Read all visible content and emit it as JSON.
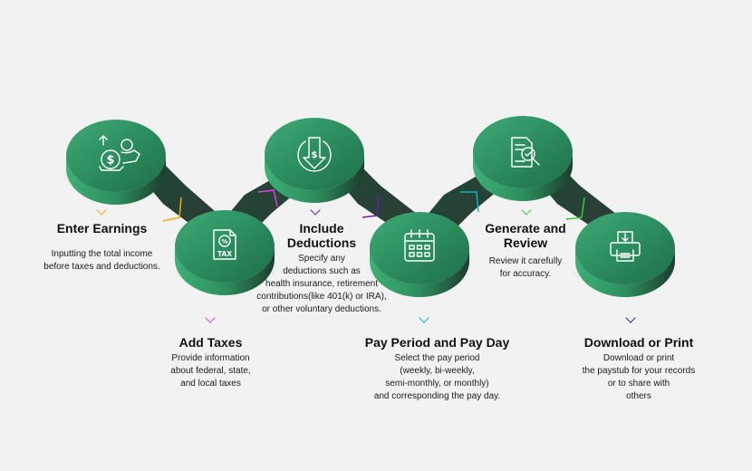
{
  "steps": [
    {
      "title_lines": [
        "Enter Earnings"
      ],
      "desc_lines": [
        "Inputting the total income",
        "before taxes and deductions."
      ],
      "icon": "money-hand-icon",
      "accent": "#f2a900"
    },
    {
      "title_lines": [
        "Add Taxes"
      ],
      "desc_lines": [
        "Provide information",
        "about federal, state,",
        "and local taxes"
      ],
      "icon": "tax-document-icon",
      "icon_text": "TAX",
      "accent": "#e040e0"
    },
    {
      "title_lines": [
        "Include",
        "Deductions"
      ],
      "desc_lines": [
        "Specify any",
        "deductions such as",
        "health insurance, retirement",
        "contributions(like 401(k) or IRA),",
        "or other voluntary deductions."
      ],
      "icon": "deduction-arrow-icon",
      "accent": "#6a1b9a"
    },
    {
      "title_lines": [
        "Pay Period and Pay Day"
      ],
      "desc_lines": [
        "Select the pay period",
        "(weekly, bi-weekly,",
        "semi-monthly, or monthly)",
        "and corresponding the pay day."
      ],
      "icon": "calendar-icon",
      "accent": "#00b8c8"
    },
    {
      "title_lines": [
        "Generate and",
        "Review"
      ],
      "desc_lines": [
        "Review it carefully",
        "for accuracy."
      ],
      "icon": "document-search-icon",
      "accent": "#33cc33"
    },
    {
      "title_lines": [
        "Download or Print"
      ],
      "desc_lines": [
        "Download or print",
        "the paystub for your records",
        "or to share with",
        "others"
      ],
      "icon": "printer-download-icon",
      "accent": "#1a2a9a"
    }
  ]
}
